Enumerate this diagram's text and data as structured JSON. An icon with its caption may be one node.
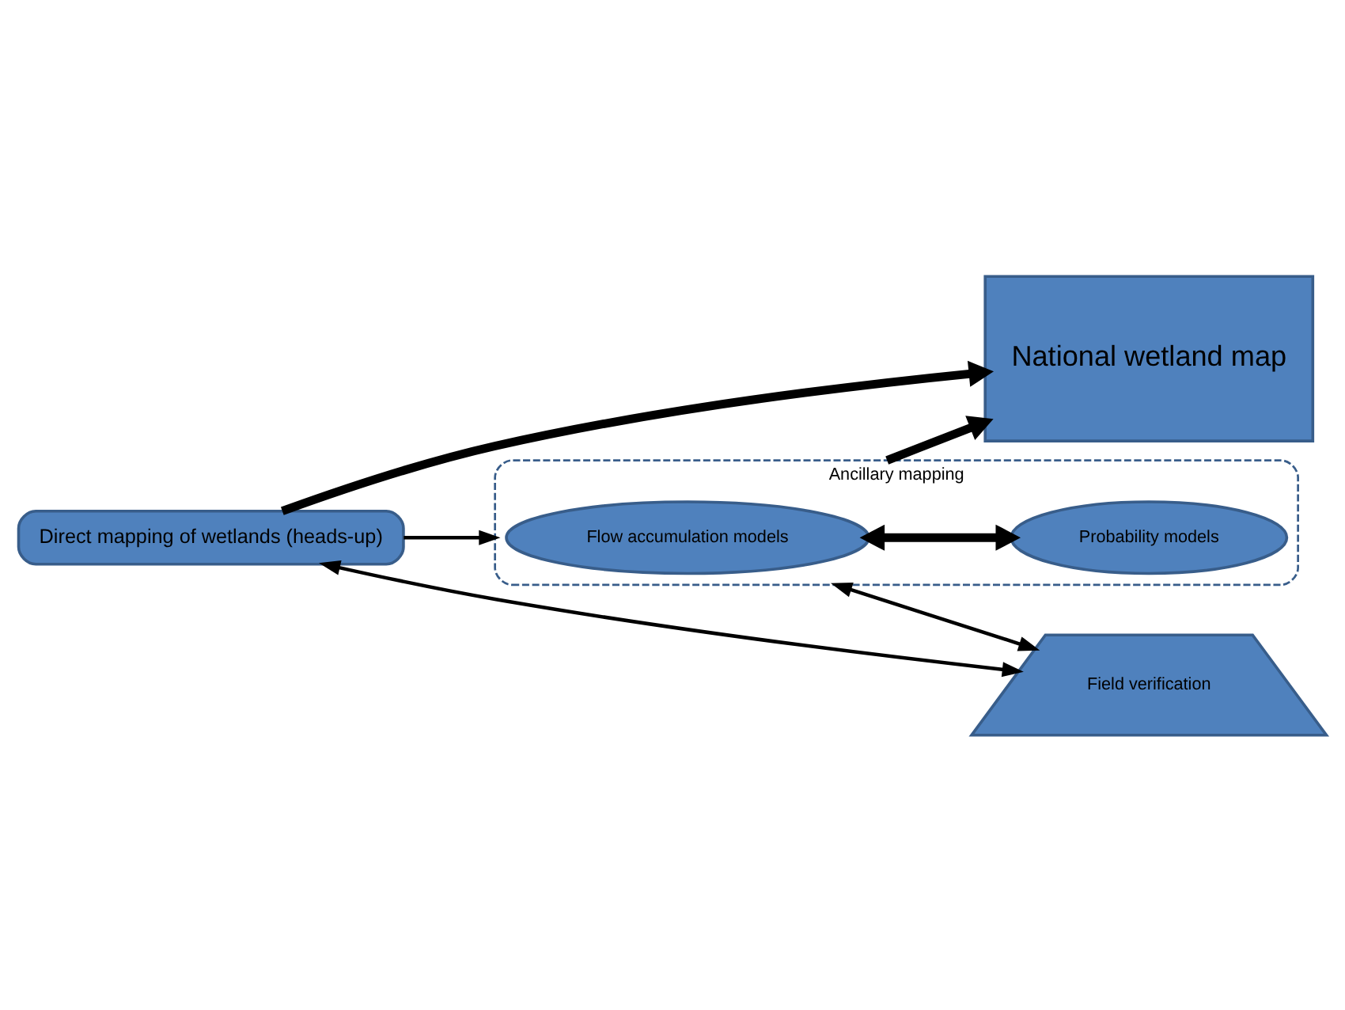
{
  "diagram": {
    "nodes": [
      {
        "text": [
          "National wetland map"
        ]
      },
      {
        "text": [
          "Direct mapping of wetlands (heads-up)"
        ]
      },
      {
        "text": [
          "Ancillary mapping"
        ]
      },
      {
        "text": [
          "Flow accumulation models"
        ],
        "in": 2
      },
      {
        "text": [
          "Probability models"
        ],
        "in": 2
      },
      {
        "text": [
          "Field verification"
        ]
      }
    ],
    "edges": [
      {
        "from": 1,
        "to": 0,
        "arrow": "to",
        "style": "thick"
      },
      {
        "from": 1,
        "to": 2,
        "arrow": "to"
      },
      {
        "from": 1,
        "to": 5,
        "arrow": "both"
      },
      {
        "from": 3,
        "to": 4,
        "arrow": "both",
        "style": "thick"
      },
      {
        "from": 2,
        "to": 0,
        "arrow": "to",
        "style": "thick"
      },
      {
        "from": 2,
        "to": 5,
        "arrow": "both"
      }
    ]
  }
}
